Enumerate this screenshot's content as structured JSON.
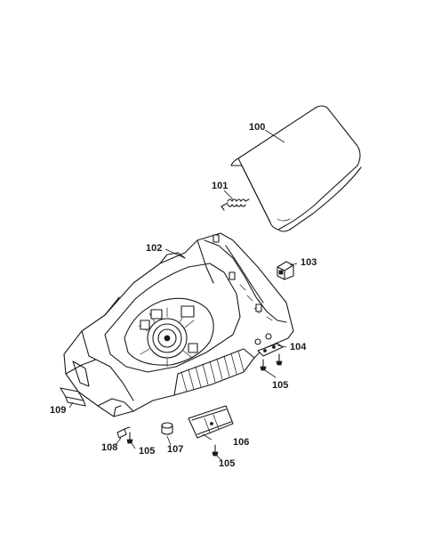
{
  "callouts": {
    "c100": "100",
    "c101": "101",
    "c102": "102",
    "c103": "103",
    "c104": "104",
    "c105a": "105",
    "c105b": "105",
    "c105c": "105",
    "c106": "106",
    "c107": "107",
    "c108": "108",
    "c109": "109"
  }
}
